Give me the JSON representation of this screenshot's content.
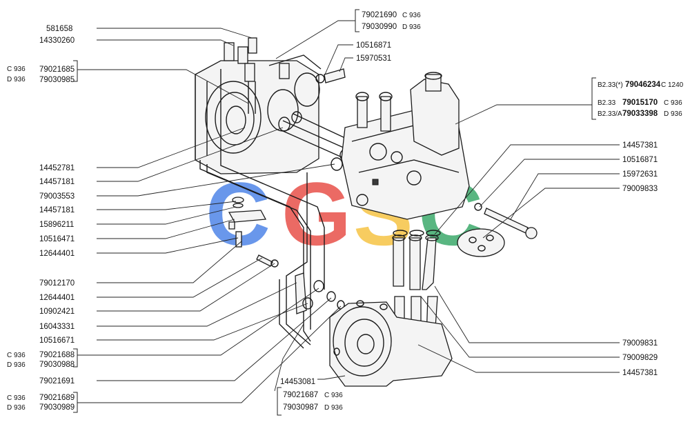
{
  "watermark": {
    "letters": [
      "C",
      "G",
      "S",
      "C"
    ],
    "colors": [
      "#4f86e8",
      "#e8514a",
      "#f6c445",
      "#3daa6c"
    ]
  },
  "labels_left": [
    {
      "part": "581658"
    },
    {
      "part": "14330260"
    },
    {
      "part": "14452781"
    },
    {
      "part": "14457181"
    },
    {
      "part": "79003553"
    },
    {
      "part": "14457181"
    },
    {
      "part": "15896211"
    },
    {
      "part": "10516471"
    },
    {
      "part": "12644401"
    },
    {
      "part": "79012170"
    },
    {
      "part": "12644401"
    },
    {
      "part": "10902421"
    },
    {
      "part": "16043331"
    },
    {
      "part": "10516671"
    },
    {
      "part": "79021691"
    }
  ],
  "groups_left": [
    {
      "variants": [
        "C 936",
        "D 936"
      ],
      "parts": [
        "79021685",
        "79030985"
      ]
    },
    {
      "variants": [
        "C 936",
        "D 936"
      ],
      "parts": [
        "79021688",
        "79030988"
      ]
    },
    {
      "variants": [
        "C 936",
        "D 936"
      ],
      "parts": [
        "79021689",
        "79030989"
      ]
    }
  ],
  "group_top": {
    "parts": [
      "79021690",
      "79030990"
    ],
    "variants": [
      "C 936",
      "D 936"
    ]
  },
  "labels_top_mid": [
    {
      "part": "10516871"
    },
    {
      "part": "15970531"
    }
  ],
  "group_right_top": {
    "rows": [
      {
        "prefix": "B2.33(*)",
        "part": "79046234",
        "variant": "C 1240"
      },
      {
        "prefix": "B2.33",
        "part": "79015170",
        "variant": "C 936"
      },
      {
        "prefix": "B2.33/A",
        "part": "79033398",
        "variant": "D 936"
      }
    ]
  },
  "labels_right": [
    {
      "part": "14457381"
    },
    {
      "part": "10516871"
    },
    {
      "part": "15972631"
    },
    {
      "part": "79009833"
    },
    {
      "part": "79009831"
    },
    {
      "part": "79009829"
    },
    {
      "part": "14457381"
    }
  ],
  "label_bottom": {
    "part": "14453081"
  },
  "group_bottom": {
    "parts": [
      "79021687",
      "79030987"
    ],
    "variants": [
      "C 936",
      "D 936"
    ]
  }
}
